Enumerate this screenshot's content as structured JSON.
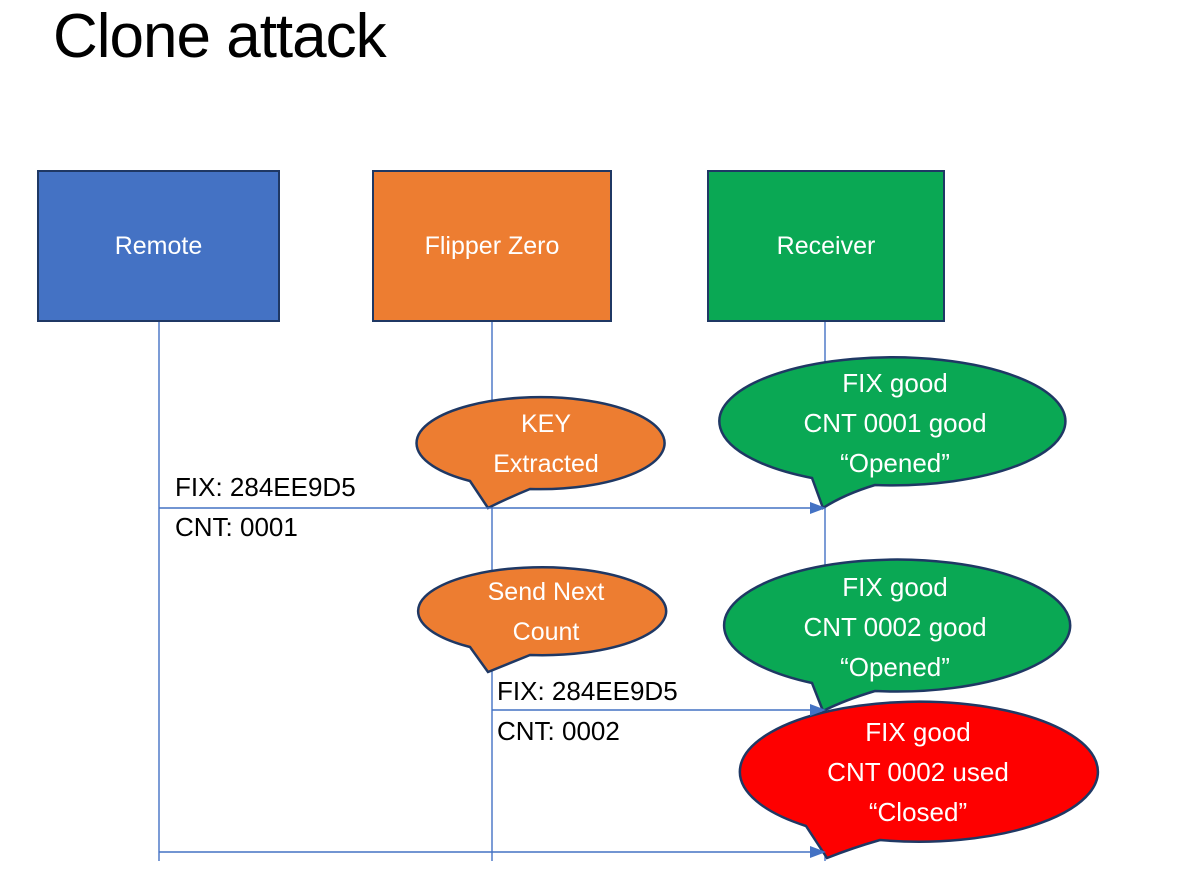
{
  "title": "Clone attack",
  "actors": [
    {
      "label": "Remote"
    },
    {
      "label": "Flipper Zero"
    },
    {
      "label": "Receiver"
    }
  ],
  "messages": [
    {
      "fix": "FIX: 284EE9D5",
      "cnt": "CNT: 0001"
    },
    {
      "fix": "FIX: 284EE9D5",
      "cnt": "CNT: 0002"
    }
  ],
  "bubbles": [
    {
      "name": "key-extracted",
      "lines": [
        "KEY",
        "Extracted"
      ]
    },
    {
      "name": "cnt-0001-good",
      "lines": [
        "FIX good",
        "CNT 0001 good",
        "“Opened”"
      ]
    },
    {
      "name": "send-next-count",
      "lines": [
        "Send Next",
        "Count"
      ]
    },
    {
      "name": "cnt-0002-good",
      "lines": [
        "FIX good",
        "CNT 0002 good",
        "“Opened”"
      ]
    },
    {
      "name": "cnt-0002-used",
      "lines": [
        "FIX good",
        "CNT 0002 used",
        "“Closed”"
      ]
    }
  ],
  "colors": {
    "actor_remote": "#4472C4",
    "actor_flipper_zero": "#ED7D31",
    "actor_receiver": "#0AA854",
    "bubble_orange": "#ED7D31",
    "bubble_green": "#0AA854",
    "bubble_red": "#FE0000",
    "shape_outline": "#1F3864",
    "connector_blue": "#4472C4",
    "text_dark": "#000000",
    "text_light": "#FFFFFF"
  }
}
